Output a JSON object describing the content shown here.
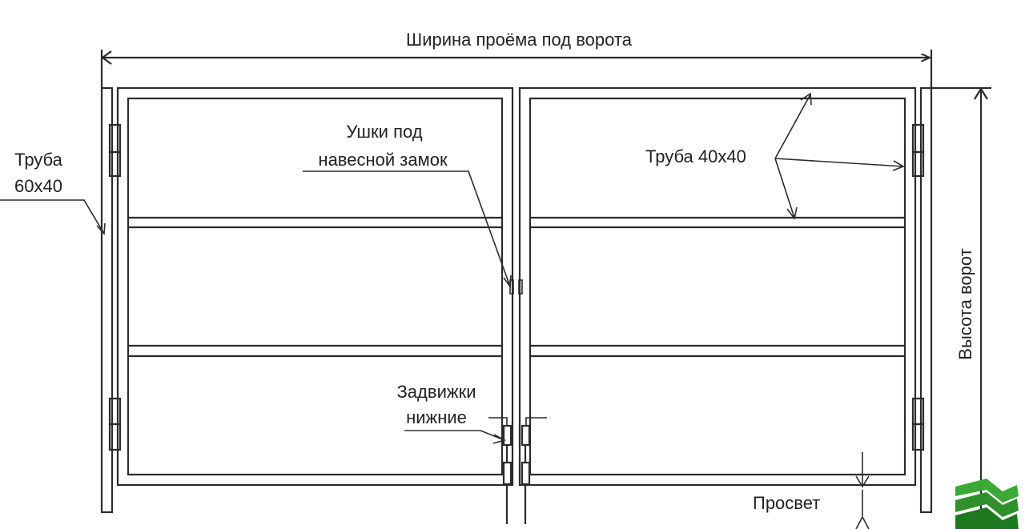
{
  "labels": {
    "width": "Ширина проёма под ворота",
    "height": "Высота  ворот",
    "post_pipe_line1": "Труба",
    "post_pipe_line2": "60x40",
    "lugs_line1": "Ушки под",
    "lugs_line2": "навесной замок",
    "frame_pipe": "Труба 40x40",
    "bolts_line1": "Задвижки",
    "bolts_line2": "нижние",
    "clearance": "Просвет"
  },
  "colors": {
    "line": "#2b2b2b",
    "logo_light": "#3aa935",
    "logo_dark": "#1f7a1f"
  }
}
